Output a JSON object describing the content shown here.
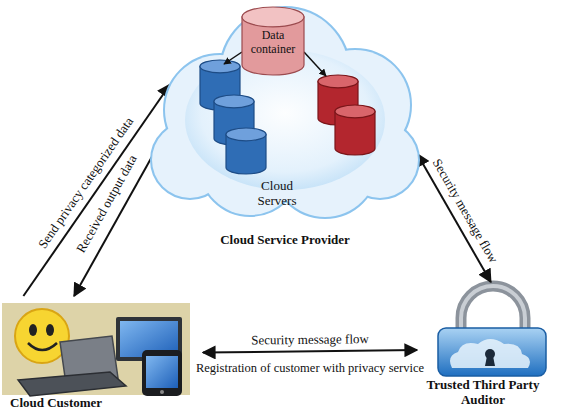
{
  "diagram": {
    "nodes": [
      {
        "text": [
          "Cloud Servers",
          "Cloud Service Provider"
        ]
      },
      {
        "text": [
          "Data container"
        ],
        "in": 0
      },
      {
        "text": [
          "Cloud Customer"
        ]
      },
      {
        "text": [
          "Trusted Third Party Auditor"
        ]
      }
    ],
    "edges": [
      {
        "from": 2,
        "to": 0,
        "label": "Send privacy categorized data",
        "arrow": "to"
      },
      {
        "from": 0,
        "to": 2,
        "label": "Received output data",
        "arrow": "to"
      },
      {
        "from": 0,
        "to": 3,
        "label": "Security message flow",
        "arrow": "both"
      },
      {
        "from": 2,
        "to": 3,
        "label": "Security message flow",
        "arrow": "both"
      }
    ],
    "labels": [
      "Registration of customer with privacy service"
    ]
  }
}
